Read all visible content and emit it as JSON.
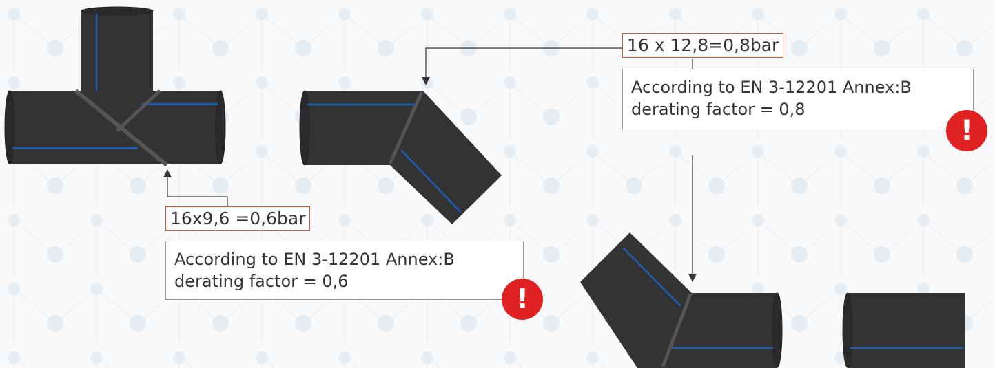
{
  "colors": {
    "pipe": "#333333",
    "pipe_stripe": "#1a5fb4",
    "pipe_outline": "#222222",
    "label_border": "#e8502e",
    "note_border": "#9a9a9a",
    "warning": "#e02222",
    "background": "#f7f9fb"
  },
  "annotations": {
    "tee": {
      "equation": "16x9,6 =0,6bar",
      "note_line1": "According to EN 3-12201 Annex:B",
      "note_line2": "derating factor = 0,6",
      "warning_icon": "exclamation-circle-icon"
    },
    "elbow": {
      "equation": "16 x 12,8=0,8bar",
      "note_line1": "According to EN 3-12201 Annex:B",
      "note_line2": "derating factor = 0,8",
      "warning_icon": "exclamation-circle-icon"
    }
  }
}
